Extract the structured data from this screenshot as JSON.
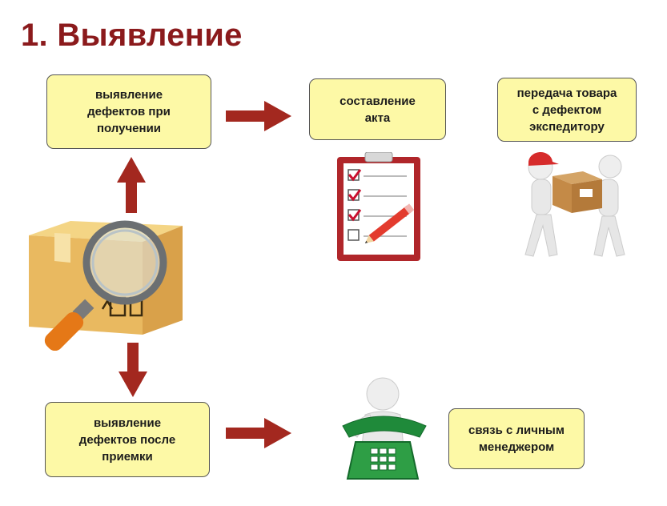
{
  "title": "1. Выявление",
  "steps": {
    "detect_on_receipt": "выявление\nдефектов при\nполучении",
    "make_act": "составление\nакта",
    "hand_to_forwarder": "передача товара\nс дефектом\nэкспедитору",
    "detect_after_acceptance": "выявление\nдефектов после\nприемки",
    "contact_manager": "связь с личным\nменеджером"
  },
  "colors": {
    "title": "#8b1a1c",
    "box_fill": "#fdf9a6",
    "arrow": "#a3281f"
  },
  "icons": [
    "box-magnifier-icon",
    "clipboard-checklist-icon",
    "courier-figure-icon",
    "phone-figure-icon"
  ]
}
